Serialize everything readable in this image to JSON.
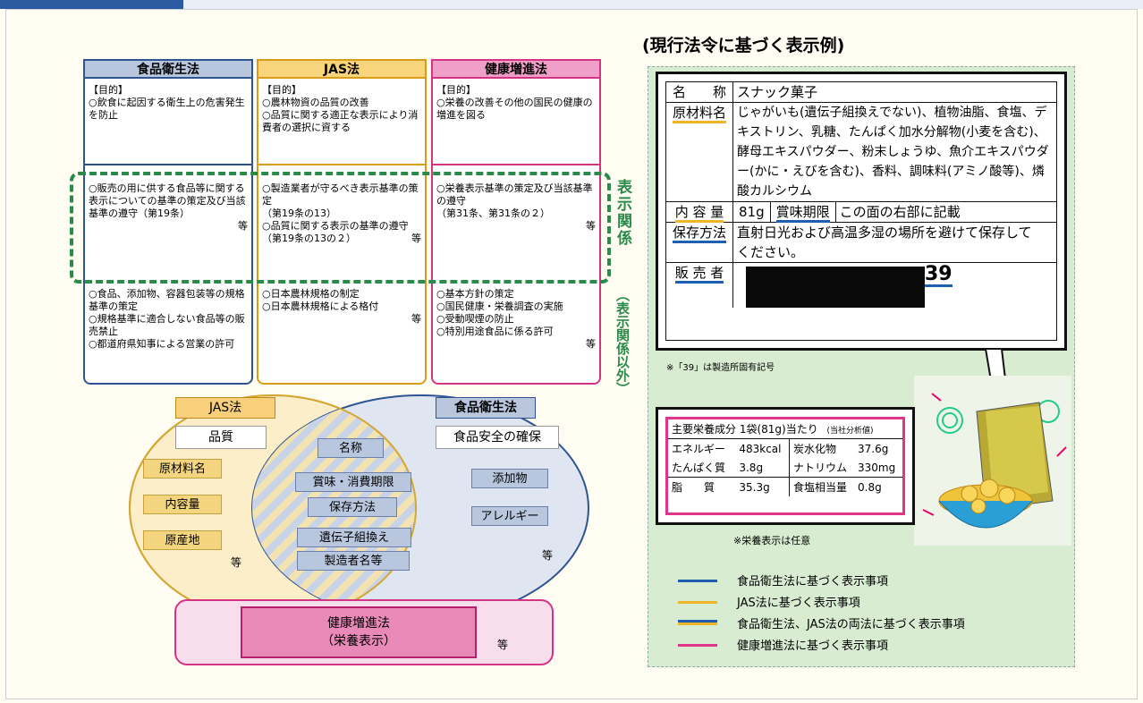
{
  "title": "(現行法令に基づく表示例)",
  "laws": {
    "food_sanitation": "食品衛生法",
    "jas": "JAS法",
    "health_promotion": "健康増進法"
  },
  "purpose": {
    "heading": "【目的】",
    "food_sanitation": "○飲食に起因する衛生上の危害発生を防止",
    "jas_1": "○農林物資の品質の改善",
    "jas_2": "○品質に関する適正な表示により消費者の選択に資する",
    "health": "○栄養の改善その他の国民の健康の増進を図る"
  },
  "labeling": {
    "food_sanitation": "○販売の用に供する食品等に関する表示についての基準の策定及び当該基準の遵守（第19条）",
    "food_sanitation_etc": "等",
    "jas_1": "○製造業者が守るべき表示基準の策定",
    "jas_1_ref": "（第19条の13）",
    "jas_2": "○品質に関する表示の基準の遵守",
    "jas_2_ref": "（第19条の13の２）",
    "jas_etc": "等",
    "health": "○栄養表示基準の策定及び当該基準の遵守",
    "health_ref": "（第31条、第31条の２）",
    "health_etc": "等"
  },
  "other": {
    "food_sanitation_1": "○食品、添加物、容器包装等の規格基準の策定",
    "food_sanitation_2": "○規格基準に適合しない食品等の販売禁止",
    "food_sanitation_3": "○都道府県知事による営業の許可",
    "jas_1": "○日本農林規格の制定",
    "jas_2": "○日本農林規格による格付",
    "jas_etc": "等",
    "health_1": "○基本方針の策定",
    "health_2": "○国民健康・栄養調査の実施",
    "health_3": "○受動喫煙の防止",
    "health_4": "○特別用途食品に係る許可",
    "health_etc": "等"
  },
  "side_labels": {
    "labeling": "表示関係",
    "non_labeling": "（表示関係以外）"
  },
  "venn": {
    "jas_label": "JAS法",
    "fs_label": "食品衛生法",
    "jas_subject": "品質",
    "fs_subject": "食品安全の確保",
    "jas_items": [
      "原材料名",
      "内容量",
      "原産地"
    ],
    "both_items": [
      "名称",
      "賞味・消費期限",
      "保存方法",
      "遺伝子組換え",
      "製造者名等"
    ],
    "fs_items": [
      "添加物",
      "アレルギー"
    ],
    "etc": "等",
    "health_line1": "健康増進法",
    "health_line2": "（栄養表示）"
  },
  "label_example": {
    "rows": [
      {
        "key": "名　　称",
        "value": "スナック菓子"
      },
      {
        "key": "原材料名",
        "value": "じゃがいも(遺伝子組換えでない)、植物油脂、食塩、デキストリン、乳糖、たんぱく加水分解物(小麦を含む)、酵母エキスパウダー、粉末しょうゆ、魚介エキスパウダー(かに・えびを含む)、香料、調味料(アミノ酸等)、燐酸カルシウム"
      },
      {
        "key": "内 容 量",
        "value": "81g"
      },
      {
        "key": "保存方法",
        "value": "直射日光および高温多湿の場所を避けて保存してください。"
      },
      {
        "key": "販 売 者",
        "value": "39"
      }
    ],
    "best_before_label": "賞味期限",
    "best_before_value": "この面の右部に記載",
    "footnote": "※「39」は製造所固有記号"
  },
  "nutrition": {
    "header": "主要栄養成分 1袋(81g)当たり",
    "source": "(当社分析値)",
    "rows": [
      [
        "エネルギー",
        "483kcal",
        "炭水化物",
        "37.6g"
      ],
      [
        "たんぱく質",
        "3.8g",
        "ナトリウム",
        "330mg"
      ],
      [
        "脂　　質",
        "35.3g",
        "食塩相当量",
        "0.8g"
      ]
    ],
    "footnote": "※栄養表示は任意"
  },
  "legend": [
    {
      "color": "#1f5fb0",
      "text": "食品衛生法に基づく表示事項"
    },
    {
      "color": "#f0b429",
      "text": "JAS法に基づく表示事項"
    },
    {
      "color": "split",
      "text": "食品衛生法、JAS法の両法に基づく表示事項"
    },
    {
      "color": "#e2358a",
      "text": "健康増進法に基づく表示事項"
    }
  ],
  "colors": {
    "food_sanitation": "#1f5fb0",
    "jas": "#f0b429",
    "health": "#e2358a",
    "label_area": "#d8ecd2",
    "dashed": "#2a8a4a"
  }
}
